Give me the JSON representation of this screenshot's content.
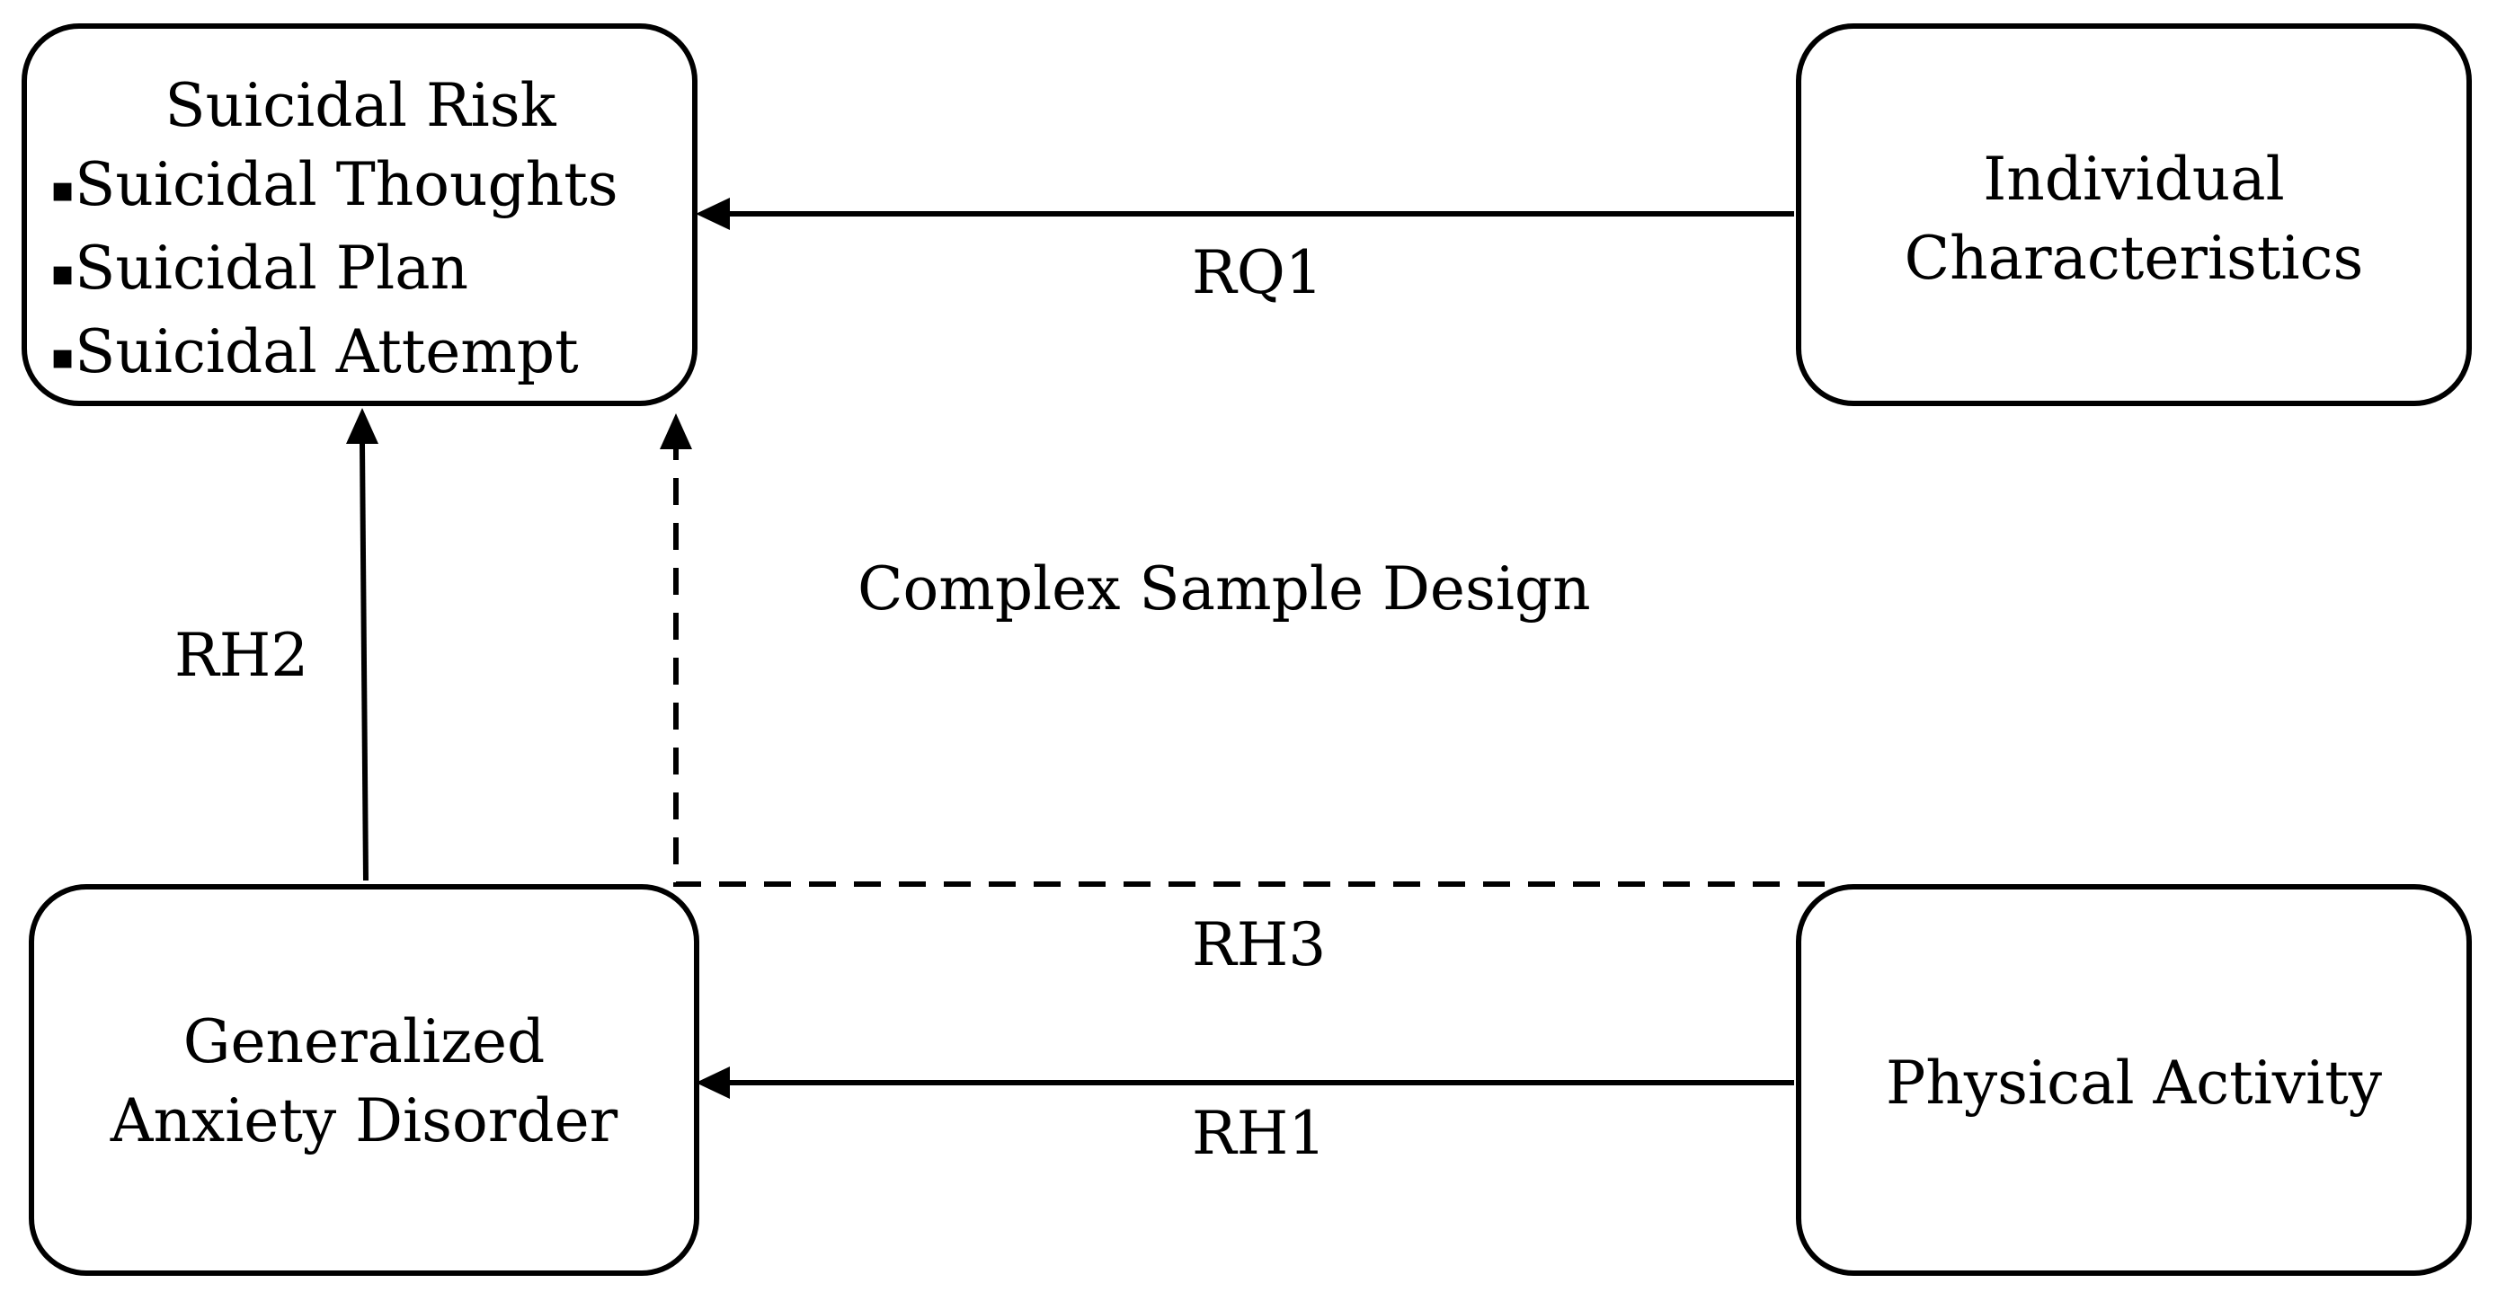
{
  "boxes": {
    "suicidal_risk": {
      "title": "Suicidal Risk",
      "items": [
        "Suicidal Thoughts",
        "Suicidal Plan",
        "Suicidal Attempt"
      ],
      "bullet": "▪"
    },
    "individual": {
      "line1": "Individual",
      "line2": "Characteristics"
    },
    "gad": {
      "line1": "Generalized",
      "line2": "Anxiety Disorder"
    },
    "physical": {
      "line1": "Physical Activity"
    }
  },
  "labels": {
    "rq1": "RQ1",
    "rh1": "RH1",
    "rh2": "RH2",
    "rh3": "RH3",
    "center": "Complex Sample Design"
  },
  "colors": {
    "stroke": "#000000",
    "background": "#ffffff"
  }
}
